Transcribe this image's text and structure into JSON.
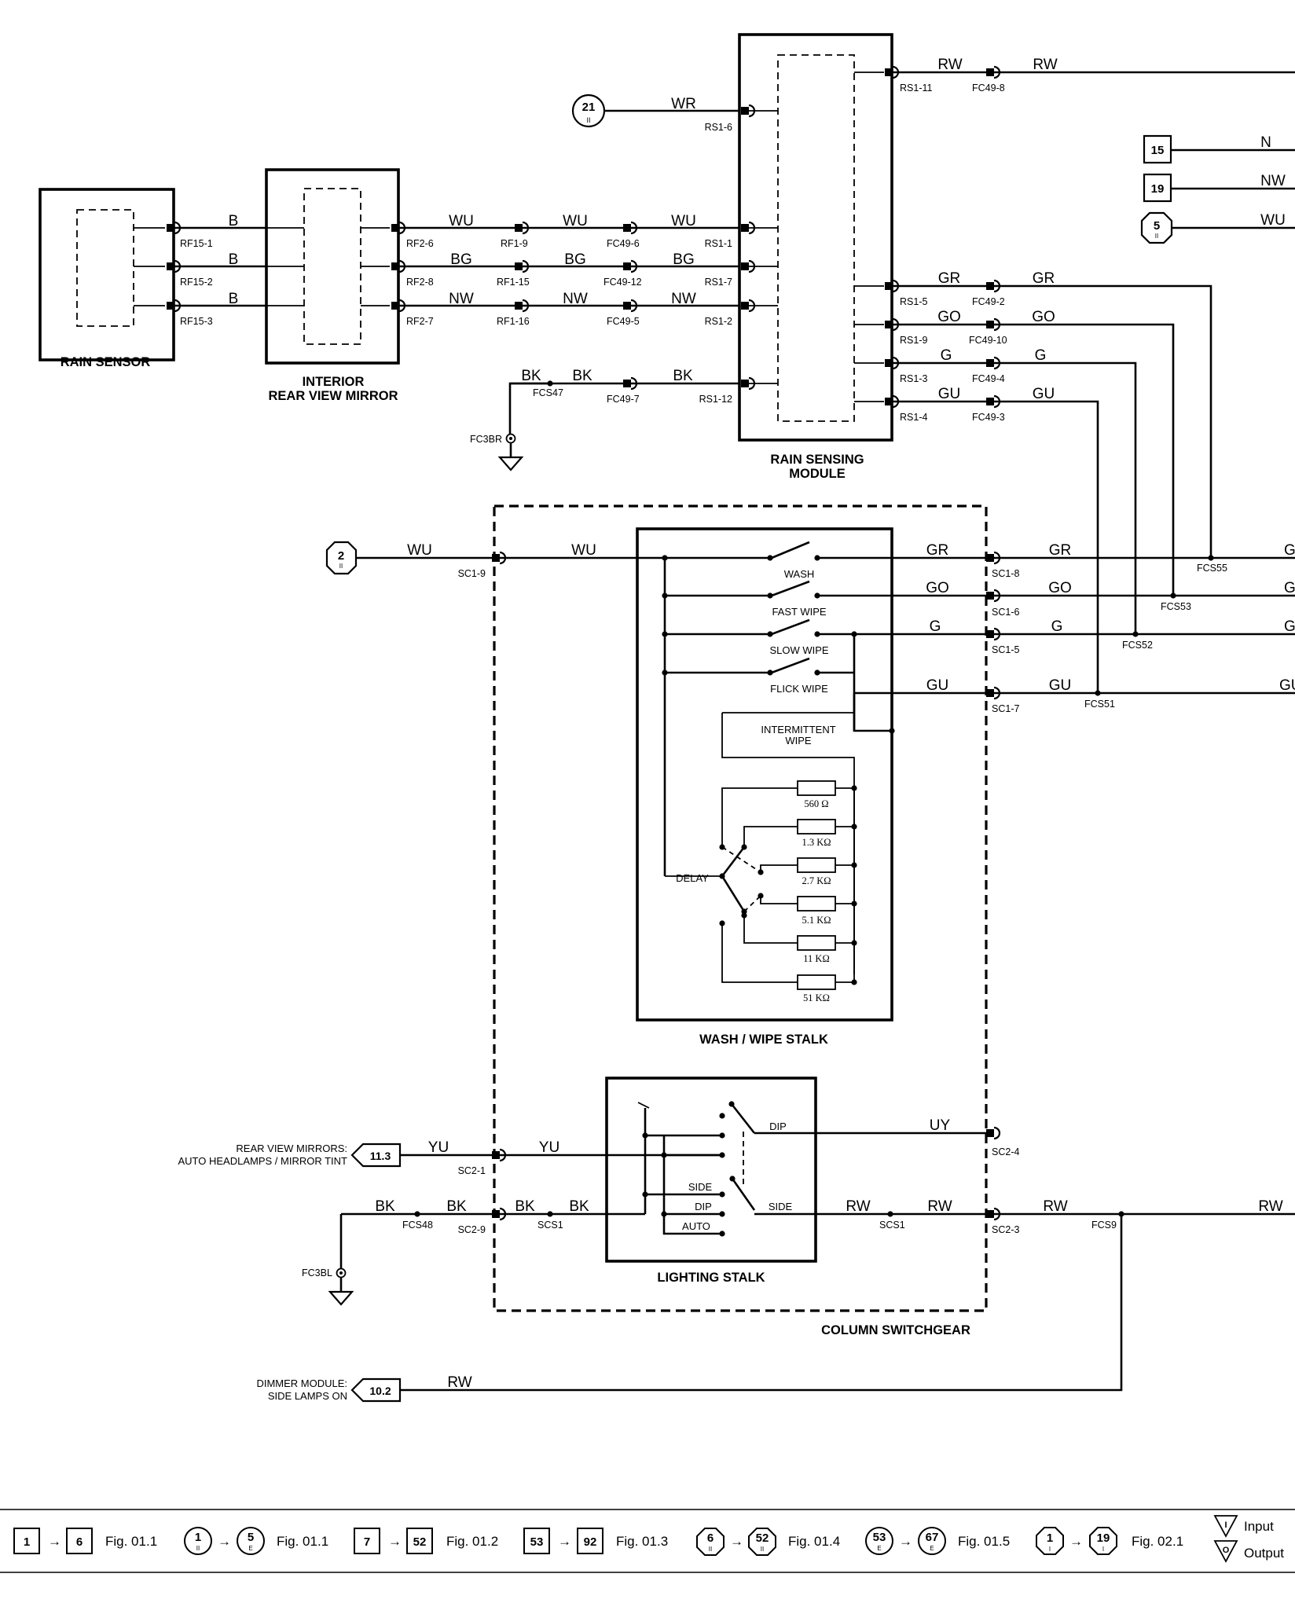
{
  "components": {
    "rain_sensor": "RAIN SENSOR",
    "mirror_1": "INTERIOR",
    "mirror_2": "REAR VIEW MIRROR",
    "module_1": "RAIN SENSING",
    "module_2": "MODULE",
    "wash_wipe_stalk": "WASH / WIPE STALK",
    "lighting_stalk": "LIGHTING STALK",
    "column_switchgear": "COLUMN SWITCHGEAR"
  },
  "wires": {
    "B": "B",
    "WU": "WU",
    "BG": "BG",
    "NW": "NW",
    "BK": "BK",
    "WR": "WR",
    "RW": "RW",
    "N": "N",
    "GR": "GR",
    "GO": "GO",
    "G": "G",
    "GU": "GU",
    "YU": "YU",
    "UY": "UY",
    "GR_cut": "GI",
    "GO_cut": "GC",
    "GU_cut": "GU"
  },
  "connectors": {
    "rf15_1": "RF15-1",
    "rf15_2": "RF15-2",
    "rf15_3": "RF15-3",
    "rf2_6": "RF2-6",
    "rf2_8": "RF2-8",
    "rf2_7": "RF2-7",
    "rf1_9": "RF1-9",
    "rf1_15": "RF1-15",
    "rf1_16": "RF1-16",
    "fc49_6": "FC49-6",
    "fc49_12": "FC49-12",
    "fc49_5": "FC49-5",
    "fc49_7": "FC49-7",
    "fc49_8": "FC49-8",
    "fc49_2": "FC49-2",
    "fc49_10": "FC49-10",
    "fc49_4": "FC49-4",
    "fc49_3": "FC49-3",
    "rs1_1": "RS1-1",
    "rs1_7": "RS1-7",
    "rs1_2": "RS1-2",
    "rs1_12": "RS1-12",
    "rs1_6": "RS1-6",
    "rs1_11": "RS1-11",
    "rs1_5": "RS1-5",
    "rs1_9": "RS1-9",
    "rs1_3": "RS1-3",
    "rs1_4": "RS1-4",
    "fcs47": "FCS47",
    "fc3br": "FC3BR",
    "sc1_9": "SC1-9",
    "sc1_8": "SC1-8",
    "sc1_6": "SC1-6",
    "sc1_5": "SC1-5",
    "sc1_7": "SC1-7",
    "fcs55": "FCS55",
    "fcs53": "FCS53",
    "fcs52": "FCS52",
    "fcs51": "FCS51",
    "sc2_1": "SC2-1",
    "sc2_9": "SC2-9",
    "sc2_4": "SC2-4",
    "sc2_3": "SC2-3",
    "scs1": "SCS1",
    "fcs48": "FCS48",
    "fc3bl": "FC3BL",
    "fcs9": "FCS9"
  },
  "switches": {
    "wash": "WASH",
    "fast_wipe": "FAST WIPE",
    "slow_wipe": "SLOW WIPE",
    "flick_wipe": "FLICK WIPE",
    "intermittent_1": "INTERMITTENT",
    "intermittent_2": "WIPE",
    "delay": "DELAY",
    "dip": "DIP",
    "side": "SIDE",
    "auto": "AUTO"
  },
  "resistors": [
    "560 Ω",
    "1.3 KΩ",
    "2.7 KΩ",
    "5.1 KΩ",
    "11 KΩ",
    "51 KΩ"
  ],
  "references": {
    "r21": "21",
    "r15": "15",
    "r19": "19",
    "r5": "5",
    "r2": "2",
    "roman": "II",
    "r11_3": "11.3",
    "r10_2": "10.2"
  },
  "destinations": {
    "rv_1": "REAR VIEW MIRRORS:",
    "rv_2": "AUTO HEADLAMPS / MIRROR TINT",
    "dm_1": "DIMMER MODULE:",
    "dm_2": "SIDE LAMPS ON"
  },
  "legend": {
    "items": [
      {
        "from": "1",
        "to": "6",
        "fig": "Fig. 01.1"
      },
      {
        "from": "1",
        "from_sub": "II",
        "to": "5",
        "to_sub": "E",
        "fig": "Fig. 01.1"
      },
      {
        "from": "7",
        "to": "52",
        "fig": "Fig. 01.2"
      },
      {
        "from": "53",
        "to": "92",
        "fig": "Fig. 01.3"
      },
      {
        "from": "6",
        "from_sub": "II",
        "to": "52",
        "to_sub": "II",
        "fig": "Fig. 01.4"
      },
      {
        "from": "53",
        "from_sub": "E",
        "to": "67",
        "to_sub": "E",
        "fig": "Fig. 01.5"
      },
      {
        "from": "1",
        "from_sub": "I",
        "to": "19",
        "to_sub": "I",
        "fig": "Fig. 02.1"
      }
    ],
    "input_symbol": "I",
    "output_symbol": "O",
    "input": "Input",
    "output": "Output"
  }
}
